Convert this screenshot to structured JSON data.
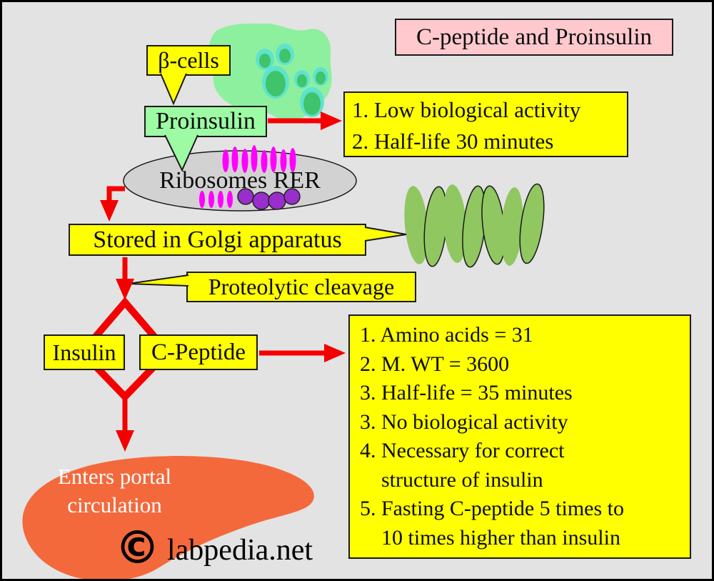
{
  "title": "C-peptide and Proinsulin",
  "nodes": {
    "beta_cells": "β-cells",
    "proinsulin": "Proinsulin",
    "ribosomes": "Ribosomes RER",
    "golgi": "Stored in Golgi apparatus",
    "cleavage": "Proteolytic cleavage",
    "insulin": "Insulin",
    "c_peptide": "C-Peptide"
  },
  "proinsulin_facts": {
    "lines": [
      "1. Low biological activity",
      "2. Half-life 30 minutes"
    ]
  },
  "c_peptide_facts": {
    "lines": [
      "1. Amino acids = 31",
      "2. M. WT = 3600",
      "3. Half-life = 35 minutes",
      "3. No biological activity",
      "4. Necessary for correct",
      "structure of insulin",
      "5. Fasting C-peptide 5 times to",
      "10 times higher than insulin"
    ]
  },
  "liver": {
    "line1": "Enters portal",
    "line2": "circulation"
  },
  "watermark": {
    "symbol": "©",
    "site": "labpedia.net"
  },
  "colors": {
    "background": "#e3e3e3",
    "box_yellow": "#ffff00",
    "title_pink": "#ffc9ce",
    "proinsulin_green": "#9cfba3",
    "arrow_red": "#f40000",
    "cell_blob_green": "#8df09f",
    "islet_turquoise": "#5fe3ce",
    "islet_green": "#3fc46b",
    "rer_gray": "#d2d2d2",
    "ribosome_magenta": "#ff00ff",
    "granule_purple": "#9a2ecc",
    "golgi_green": "#90c761",
    "liver_orange": "#f4693c"
  }
}
